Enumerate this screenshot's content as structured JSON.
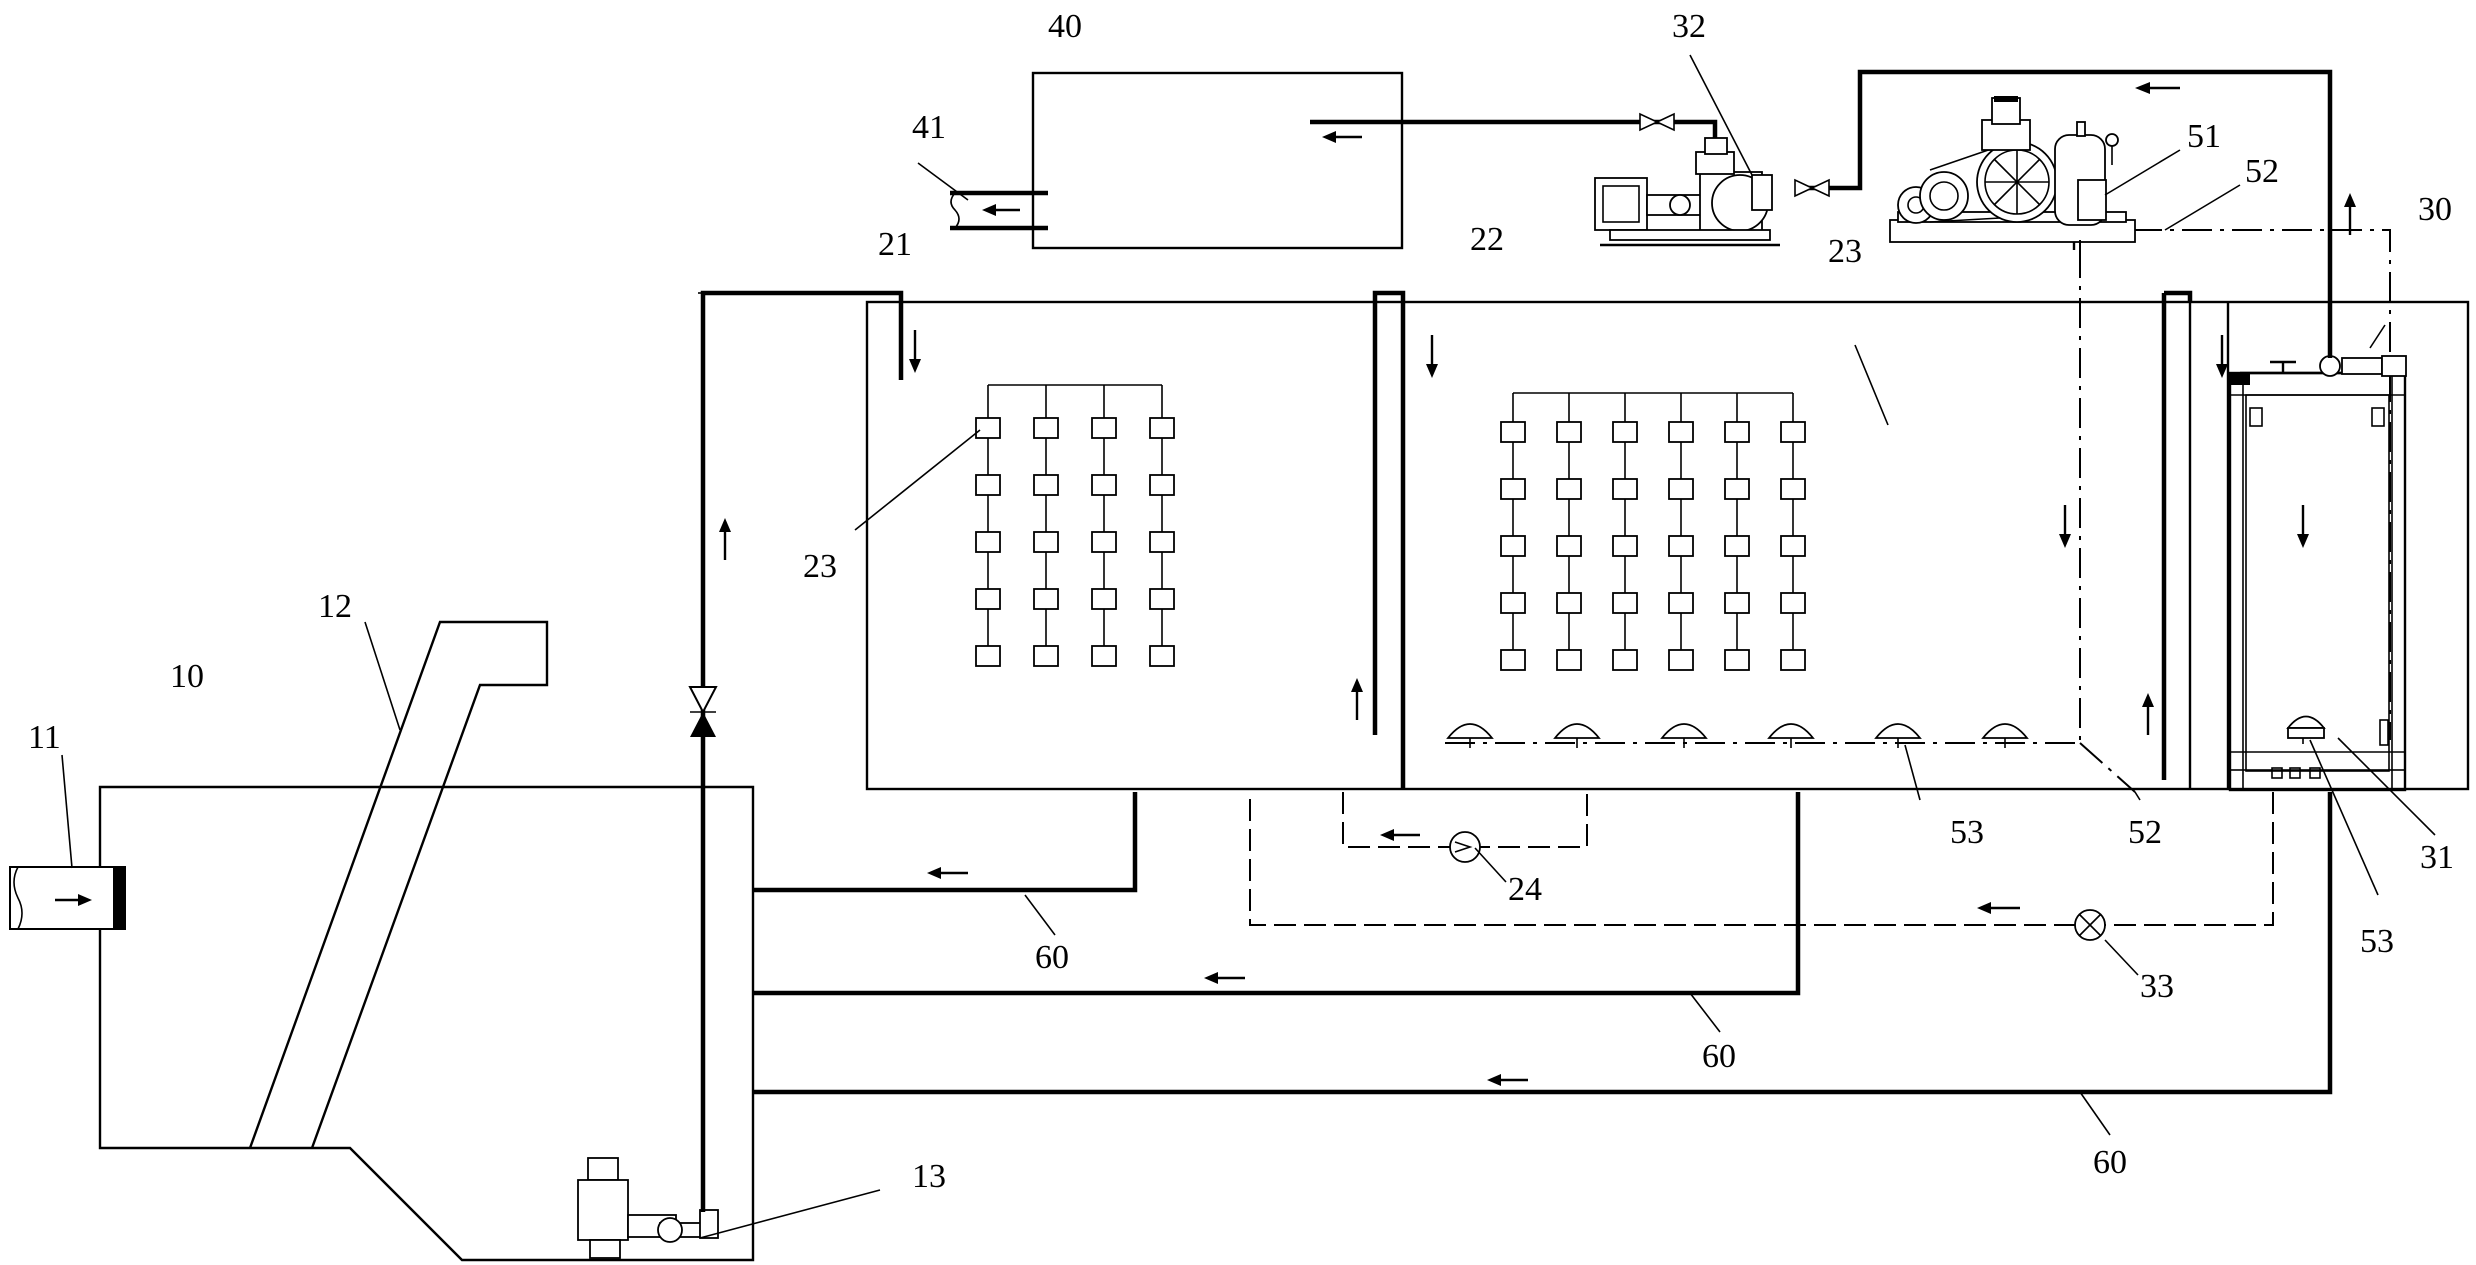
{
  "labels": {
    "l10": "10",
    "l11": "11",
    "l12": "12",
    "l13": "13",
    "l21": "21",
    "l22": "22",
    "l23a": "23",
    "l23b": "23",
    "l24": "24",
    "l30": "30",
    "l31": "31",
    "l32": "32",
    "l33": "33",
    "l40": "40",
    "l41": "41",
    "l51": "51",
    "l52a": "52",
    "l52b": "52",
    "l53a": "53",
    "l53b": "53",
    "l60a": "60",
    "l60b": "60",
    "l60c": "60"
  },
  "diffusers": {
    "tank21_columns": 4,
    "tank21_rows": 5,
    "tank22_columns": 6,
    "tank22_rows": 5,
    "aerators_tank22": 6,
    "aerators_tank30": 1
  }
}
